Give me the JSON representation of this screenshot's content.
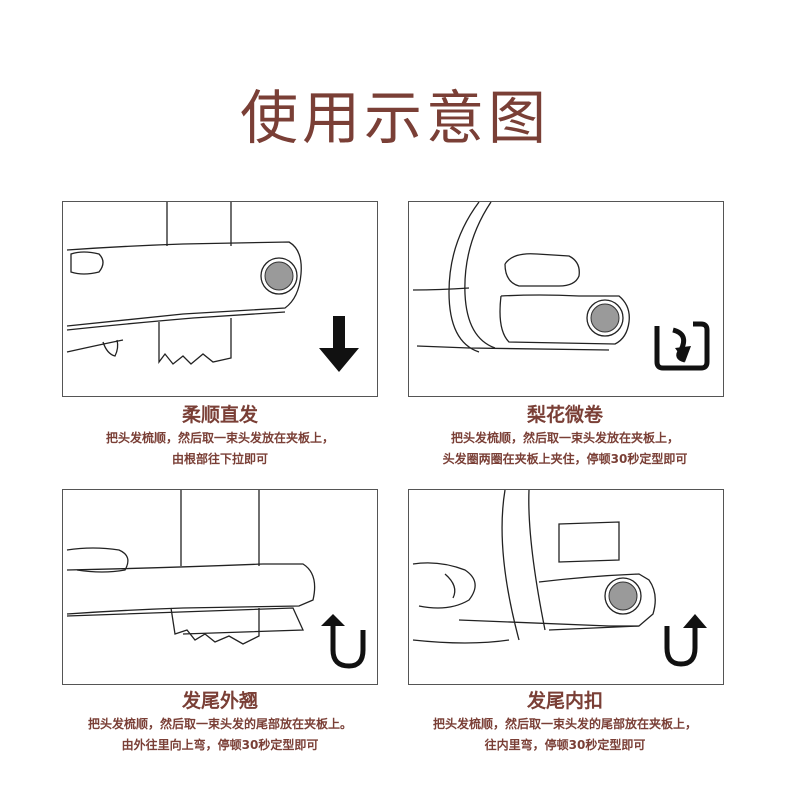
{
  "title": "使用示意图",
  "steps": [
    {
      "heading": "柔顺直发",
      "lines": [
        "把头发梳顺，然后取一束头发放在夹板上，",
        "由根部往下拉即可"
      ],
      "arrow_icon": "arrow-down-icon"
    },
    {
      "heading": "梨花微卷",
      "lines": [
        "把头发梳顺，然后取一束头发放在夹板上，",
        "头发圈两圈在夹板上夹住，停顿30秒定型即可"
      ],
      "arrow_icon": "curl-arrow-icon"
    },
    {
      "heading": "发尾外翘",
      "lines": [
        "把头发梳顺，然后取一束头发的尾部放在夹板上。",
        "由外往里向上弯，停顿30秒定型即可"
      ],
      "arrow_icon": "u-turn-arrow-icon"
    },
    {
      "heading": "发尾内扣",
      "lines": [
        "把头发梳顺，然后取一束头发的尾部放在夹板上，",
        "往内里弯，停顿30秒定型即可"
      ],
      "arrow_icon": "u-turn-arrow-icon"
    }
  ],
  "colors": {
    "accent": "#7a3f36",
    "line": "#222222"
  }
}
